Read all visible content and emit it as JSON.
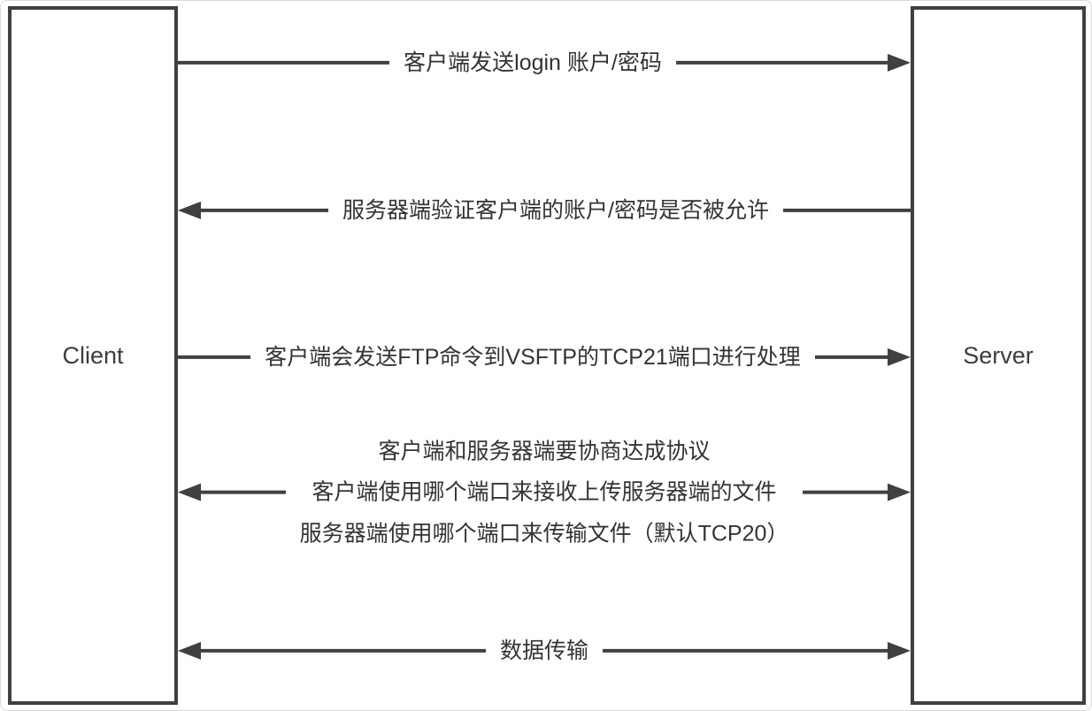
{
  "diagram": {
    "client_label": "Client",
    "server_label": "Server",
    "messages": [
      {
        "direction": "client-to-server",
        "lines": [
          "客户端发送login 账户/密码"
        ]
      },
      {
        "direction": "server-to-client",
        "lines": [
          "服务器端验证客户端的账户/密码是否被允许"
        ]
      },
      {
        "direction": "client-to-server",
        "lines": [
          "客户端会发送FTP命令到VSFTP的TCP21端口进行处理"
        ]
      },
      {
        "direction": "bidirectional",
        "lines": [
          "客户端和服务器端要协商达成协议",
          "客户端使用哪个端口来接收上传服务器端的文件",
          "服务器端使用哪个端口来传输文件（默认TCP20）"
        ]
      },
      {
        "direction": "bidirectional",
        "lines": [
          "数据传输"
        ]
      }
    ],
    "colors": {
      "line": "#404040",
      "text": "#333333",
      "background": "#ffffff"
    }
  }
}
